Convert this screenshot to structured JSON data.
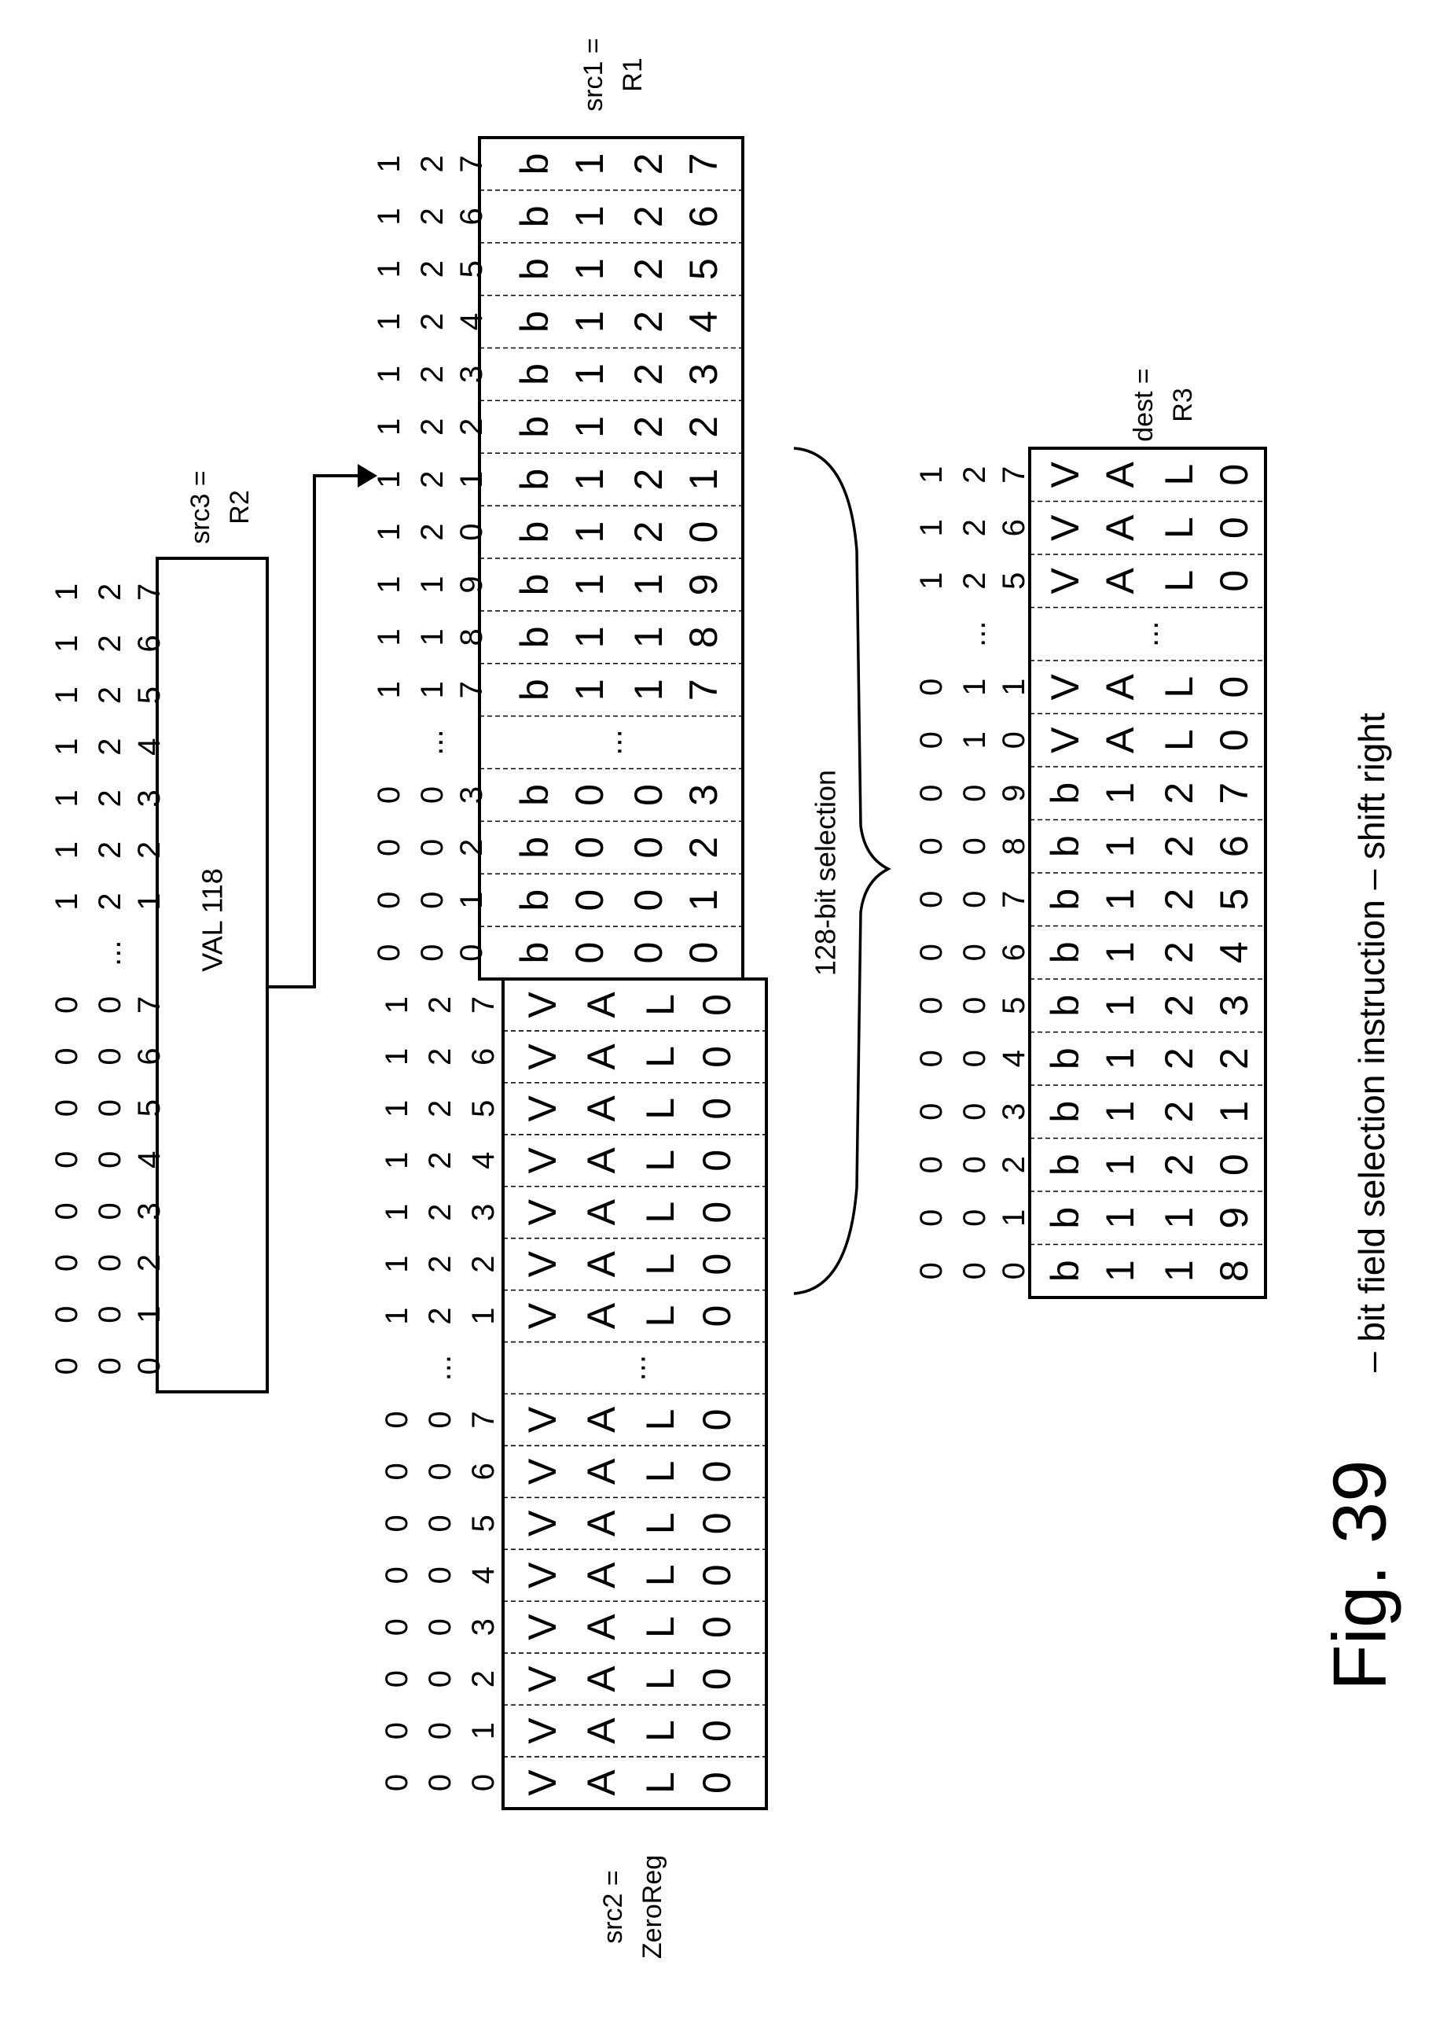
{
  "diagram": {
    "caption_number": "Fig. 39",
    "caption_text": "– bit field selection instruction – shift right",
    "ellipsis": "...",
    "selection_label": "128-bit selection"
  },
  "src3": {
    "label_line1": "src3 =",
    "label_line2": "R2",
    "value": "VAL 118",
    "indices": [
      [
        "1",
        "2",
        "7"
      ],
      [
        "1",
        "2",
        "6"
      ],
      [
        "1",
        "2",
        "5"
      ],
      [
        "1",
        "2",
        "4"
      ],
      [
        "1",
        "2",
        "3"
      ],
      [
        "1",
        "2",
        "2"
      ],
      [
        "1",
        "2",
        "1"
      ],
      "...",
      [
        "0",
        "0",
        "7"
      ],
      [
        "0",
        "0",
        "6"
      ],
      [
        "0",
        "0",
        "5"
      ],
      [
        "0",
        "0",
        "4"
      ],
      [
        "0",
        "0",
        "3"
      ],
      [
        "0",
        "0",
        "2"
      ],
      [
        "0",
        "0",
        "1"
      ],
      [
        "0",
        "0",
        "0"
      ]
    ]
  },
  "src2": {
    "label_line1": "src2 =",
    "label_line2": "ZeroReg",
    "cells": [
      {
        "idx": [
          "1",
          "2",
          "7"
        ],
        "glyphs": [
          "V",
          "A",
          "L",
          "0"
        ]
      },
      {
        "idx": [
          "1",
          "2",
          "6"
        ],
        "glyphs": [
          "V",
          "A",
          "L",
          "0"
        ]
      },
      {
        "idx": [
          "1",
          "2",
          "5"
        ],
        "glyphs": [
          "V",
          "A",
          "L",
          "0"
        ]
      },
      {
        "idx": [
          "1",
          "2",
          "4"
        ],
        "glyphs": [
          "V",
          "A",
          "L",
          "0"
        ]
      },
      {
        "idx": [
          "1",
          "2",
          "3"
        ],
        "glyphs": [
          "V",
          "A",
          "L",
          "0"
        ]
      },
      {
        "idx": [
          "1",
          "2",
          "2"
        ],
        "glyphs": [
          "V",
          "A",
          "L",
          "0"
        ]
      },
      {
        "idx": [
          "1",
          "2",
          "1"
        ],
        "glyphs": [
          "V",
          "A",
          "L",
          "0"
        ]
      },
      {
        "ellipsis": true
      },
      {
        "idx": [
          "0",
          "0",
          "7"
        ],
        "glyphs": [
          "V",
          "A",
          "L",
          "0"
        ]
      },
      {
        "idx": [
          "0",
          "0",
          "6"
        ],
        "glyphs": [
          "V",
          "A",
          "L",
          "0"
        ]
      },
      {
        "idx": [
          "0",
          "0",
          "5"
        ],
        "glyphs": [
          "V",
          "A",
          "L",
          "0"
        ]
      },
      {
        "idx": [
          "0",
          "0",
          "4"
        ],
        "glyphs": [
          "V",
          "A",
          "L",
          "0"
        ]
      },
      {
        "idx": [
          "0",
          "0",
          "3"
        ],
        "glyphs": [
          "V",
          "A",
          "L",
          "0"
        ]
      },
      {
        "idx": [
          "0",
          "0",
          "2"
        ],
        "glyphs": [
          "V",
          "A",
          "L",
          "0"
        ]
      },
      {
        "idx": [
          "0",
          "0",
          "1"
        ],
        "glyphs": [
          "V",
          "A",
          "L",
          "0"
        ]
      },
      {
        "idx": [
          "0",
          "0",
          "0"
        ],
        "glyphs": [
          "V",
          "A",
          "L",
          "0"
        ]
      }
    ]
  },
  "src1": {
    "label_line1": "src1 =",
    "label_line2": "R1",
    "cells": [
      {
        "idx": [
          "1",
          "2",
          "7"
        ],
        "glyphs": [
          "b",
          "1",
          "2",
          "7"
        ]
      },
      {
        "idx": [
          "1",
          "2",
          "6"
        ],
        "glyphs": [
          "b",
          "1",
          "2",
          "6"
        ]
      },
      {
        "idx": [
          "1",
          "2",
          "5"
        ],
        "glyphs": [
          "b",
          "1",
          "2",
          "5"
        ]
      },
      {
        "idx": [
          "1",
          "2",
          "4"
        ],
        "glyphs": [
          "b",
          "1",
          "2",
          "4"
        ]
      },
      {
        "idx": [
          "1",
          "2",
          "3"
        ],
        "glyphs": [
          "b",
          "1",
          "2",
          "3"
        ]
      },
      {
        "idx": [
          "1",
          "2",
          "2"
        ],
        "glyphs": [
          "b",
          "1",
          "2",
          "2"
        ]
      },
      {
        "idx": [
          "1",
          "2",
          "1"
        ],
        "glyphs": [
          "b",
          "1",
          "2",
          "1"
        ]
      },
      {
        "idx": [
          "1",
          "2",
          "0"
        ],
        "glyphs": [
          "b",
          "1",
          "2",
          "0"
        ]
      },
      {
        "idx": [
          "1",
          "1",
          "9"
        ],
        "glyphs": [
          "b",
          "1",
          "1",
          "9"
        ]
      },
      {
        "idx": [
          "1",
          "1",
          "8"
        ],
        "glyphs": [
          "b",
          "1",
          "1",
          "8"
        ]
      },
      {
        "idx": [
          "1",
          "1",
          "7"
        ],
        "glyphs": [
          "b",
          "1",
          "1",
          "7"
        ]
      },
      {
        "ellipsis": true
      },
      {
        "idx": [
          "0",
          "0",
          "3"
        ],
        "glyphs": [
          "b",
          "0",
          "0",
          "3"
        ]
      },
      {
        "idx": [
          "0",
          "0",
          "2"
        ],
        "glyphs": [
          "b",
          "0",
          "0",
          "2"
        ]
      },
      {
        "idx": [
          "0",
          "0",
          "1"
        ],
        "glyphs": [
          "b",
          "0",
          "0",
          "1"
        ]
      },
      {
        "idx": [
          "0",
          "0",
          "0"
        ],
        "glyphs": [
          "b",
          "0",
          "0",
          "0"
        ]
      }
    ]
  },
  "dest": {
    "label_line1": "dest =",
    "label_line2": "R3",
    "cells": [
      {
        "idx": [
          "1",
          "2",
          "7"
        ],
        "glyphs": [
          "V",
          "A",
          "L",
          "0"
        ]
      },
      {
        "idx": [
          "1",
          "2",
          "6"
        ],
        "glyphs": [
          "V",
          "A",
          "L",
          "0"
        ]
      },
      {
        "idx": [
          "1",
          "2",
          "5"
        ],
        "glyphs": [
          "V",
          "A",
          "L",
          "0"
        ]
      },
      {
        "ellipsis": true
      },
      {
        "idx": [
          "0",
          "1",
          "1"
        ],
        "glyphs": [
          "V",
          "A",
          "L",
          "0"
        ]
      },
      {
        "idx": [
          "0",
          "1",
          "0"
        ],
        "glyphs": [
          "V",
          "A",
          "L",
          "0"
        ]
      },
      {
        "idx": [
          "0",
          "0",
          "9"
        ],
        "glyphs": [
          "b",
          "1",
          "2",
          "7"
        ]
      },
      {
        "idx": [
          "0",
          "0",
          "8"
        ],
        "glyphs": [
          "b",
          "1",
          "2",
          "6"
        ]
      },
      {
        "idx": [
          "0",
          "0",
          "7"
        ],
        "glyphs": [
          "b",
          "1",
          "2",
          "5"
        ]
      },
      {
        "idx": [
          "0",
          "0",
          "6"
        ],
        "glyphs": [
          "b",
          "1",
          "2",
          "4"
        ]
      },
      {
        "idx": [
          "0",
          "0",
          "5"
        ],
        "glyphs": [
          "b",
          "1",
          "2",
          "3"
        ]
      },
      {
        "idx": [
          "0",
          "0",
          "4"
        ],
        "glyphs": [
          "b",
          "1",
          "2",
          "2"
        ]
      },
      {
        "idx": [
          "0",
          "0",
          "3"
        ],
        "glyphs": [
          "b",
          "1",
          "2",
          "1"
        ]
      },
      {
        "idx": [
          "0",
          "0",
          "2"
        ],
        "glyphs": [
          "b",
          "1",
          "2",
          "0"
        ]
      },
      {
        "idx": [
          "0",
          "0",
          "1"
        ],
        "glyphs": [
          "b",
          "1",
          "1",
          "9"
        ]
      },
      {
        "idx": [
          "0",
          "0",
          "0"
        ],
        "glyphs": [
          "b",
          "1",
          "1",
          "8"
        ]
      }
    ]
  }
}
